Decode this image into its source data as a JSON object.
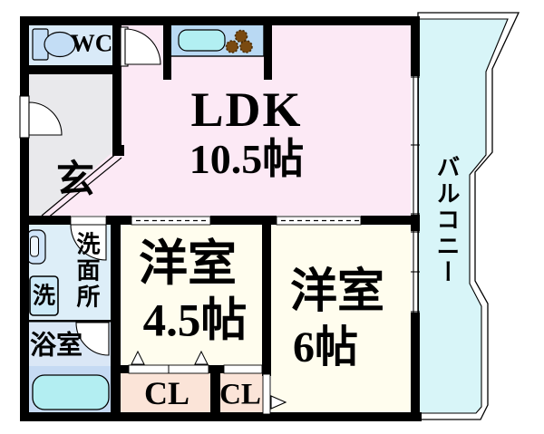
{
  "floorplan": {
    "rooms": {
      "wc": {
        "label": "WC"
      },
      "entrance": {
        "label": "玄"
      },
      "ldk": {
        "label": "LDK",
        "size": "10.5帖"
      },
      "washroom": {
        "label": "洗面所"
      },
      "washing_machine": {
        "label": "洗"
      },
      "bathroom": {
        "label": "浴室"
      },
      "western_room_small": {
        "label": "洋室",
        "size": "4.5帖"
      },
      "western_room_large": {
        "label": "洋室",
        "size": "6帖"
      },
      "closet_left": {
        "label": "CL"
      },
      "closet_right": {
        "label": "CL"
      },
      "balcony": {
        "label": "バルコニー"
      }
    },
    "colors": {
      "wall": "#000000",
      "ldk": "#fce9f5",
      "entrance": "#e9e9ec",
      "wc": "#d9eaf8",
      "washroom": "#ddeef8",
      "bathroom": "#dae7f6",
      "bathroom_lower": "#c5daf3",
      "bathtub": "#b3eef2",
      "western_room": "#fffdee",
      "closet": "#fbe4d8",
      "balcony": "#d8f5f8",
      "kitchen_counter": "#b9d9f3",
      "kitchen_sink": "#b2eff2",
      "burner": "#7a4a10",
      "washer_box": "#cdeaf8",
      "toilet": "#c3ddf5",
      "basin": "#cfe4f8"
    }
  }
}
